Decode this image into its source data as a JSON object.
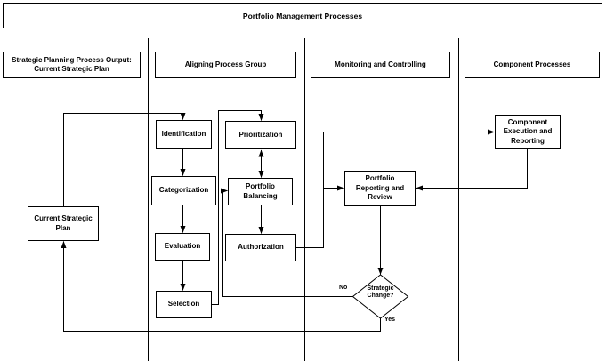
{
  "banner": {
    "title": "Portfolio Management Processes"
  },
  "columns": {
    "strategic_planning": "Strategic Planning Process Output:\nCurrent Strategic Plan",
    "aligning": "Aligning Process Group",
    "monitoring": "Monitoring and Controlling",
    "component": "Component Processes"
  },
  "nodes": {
    "identification": "Identification",
    "categorization": "Categorization",
    "evaluation": "Evaluation",
    "selection": "Selection",
    "prioritization": "Prioritization",
    "portfolio_balancing": "Portfolio\nBalancing",
    "authorization": "Authorization",
    "current_strategic_plan": "Current Strategic\nPlan",
    "portfolio_reporting_review": "Portfolio\nReporting and\nReview",
    "component_execution_reporting": "Component\nExecution and\nReporting",
    "strategic_change": "Strategic\nChange?"
  },
  "decision_labels": {
    "no": "No",
    "yes": "Yes"
  },
  "colors": {
    "line": "#000000",
    "background": "#ffffff"
  }
}
